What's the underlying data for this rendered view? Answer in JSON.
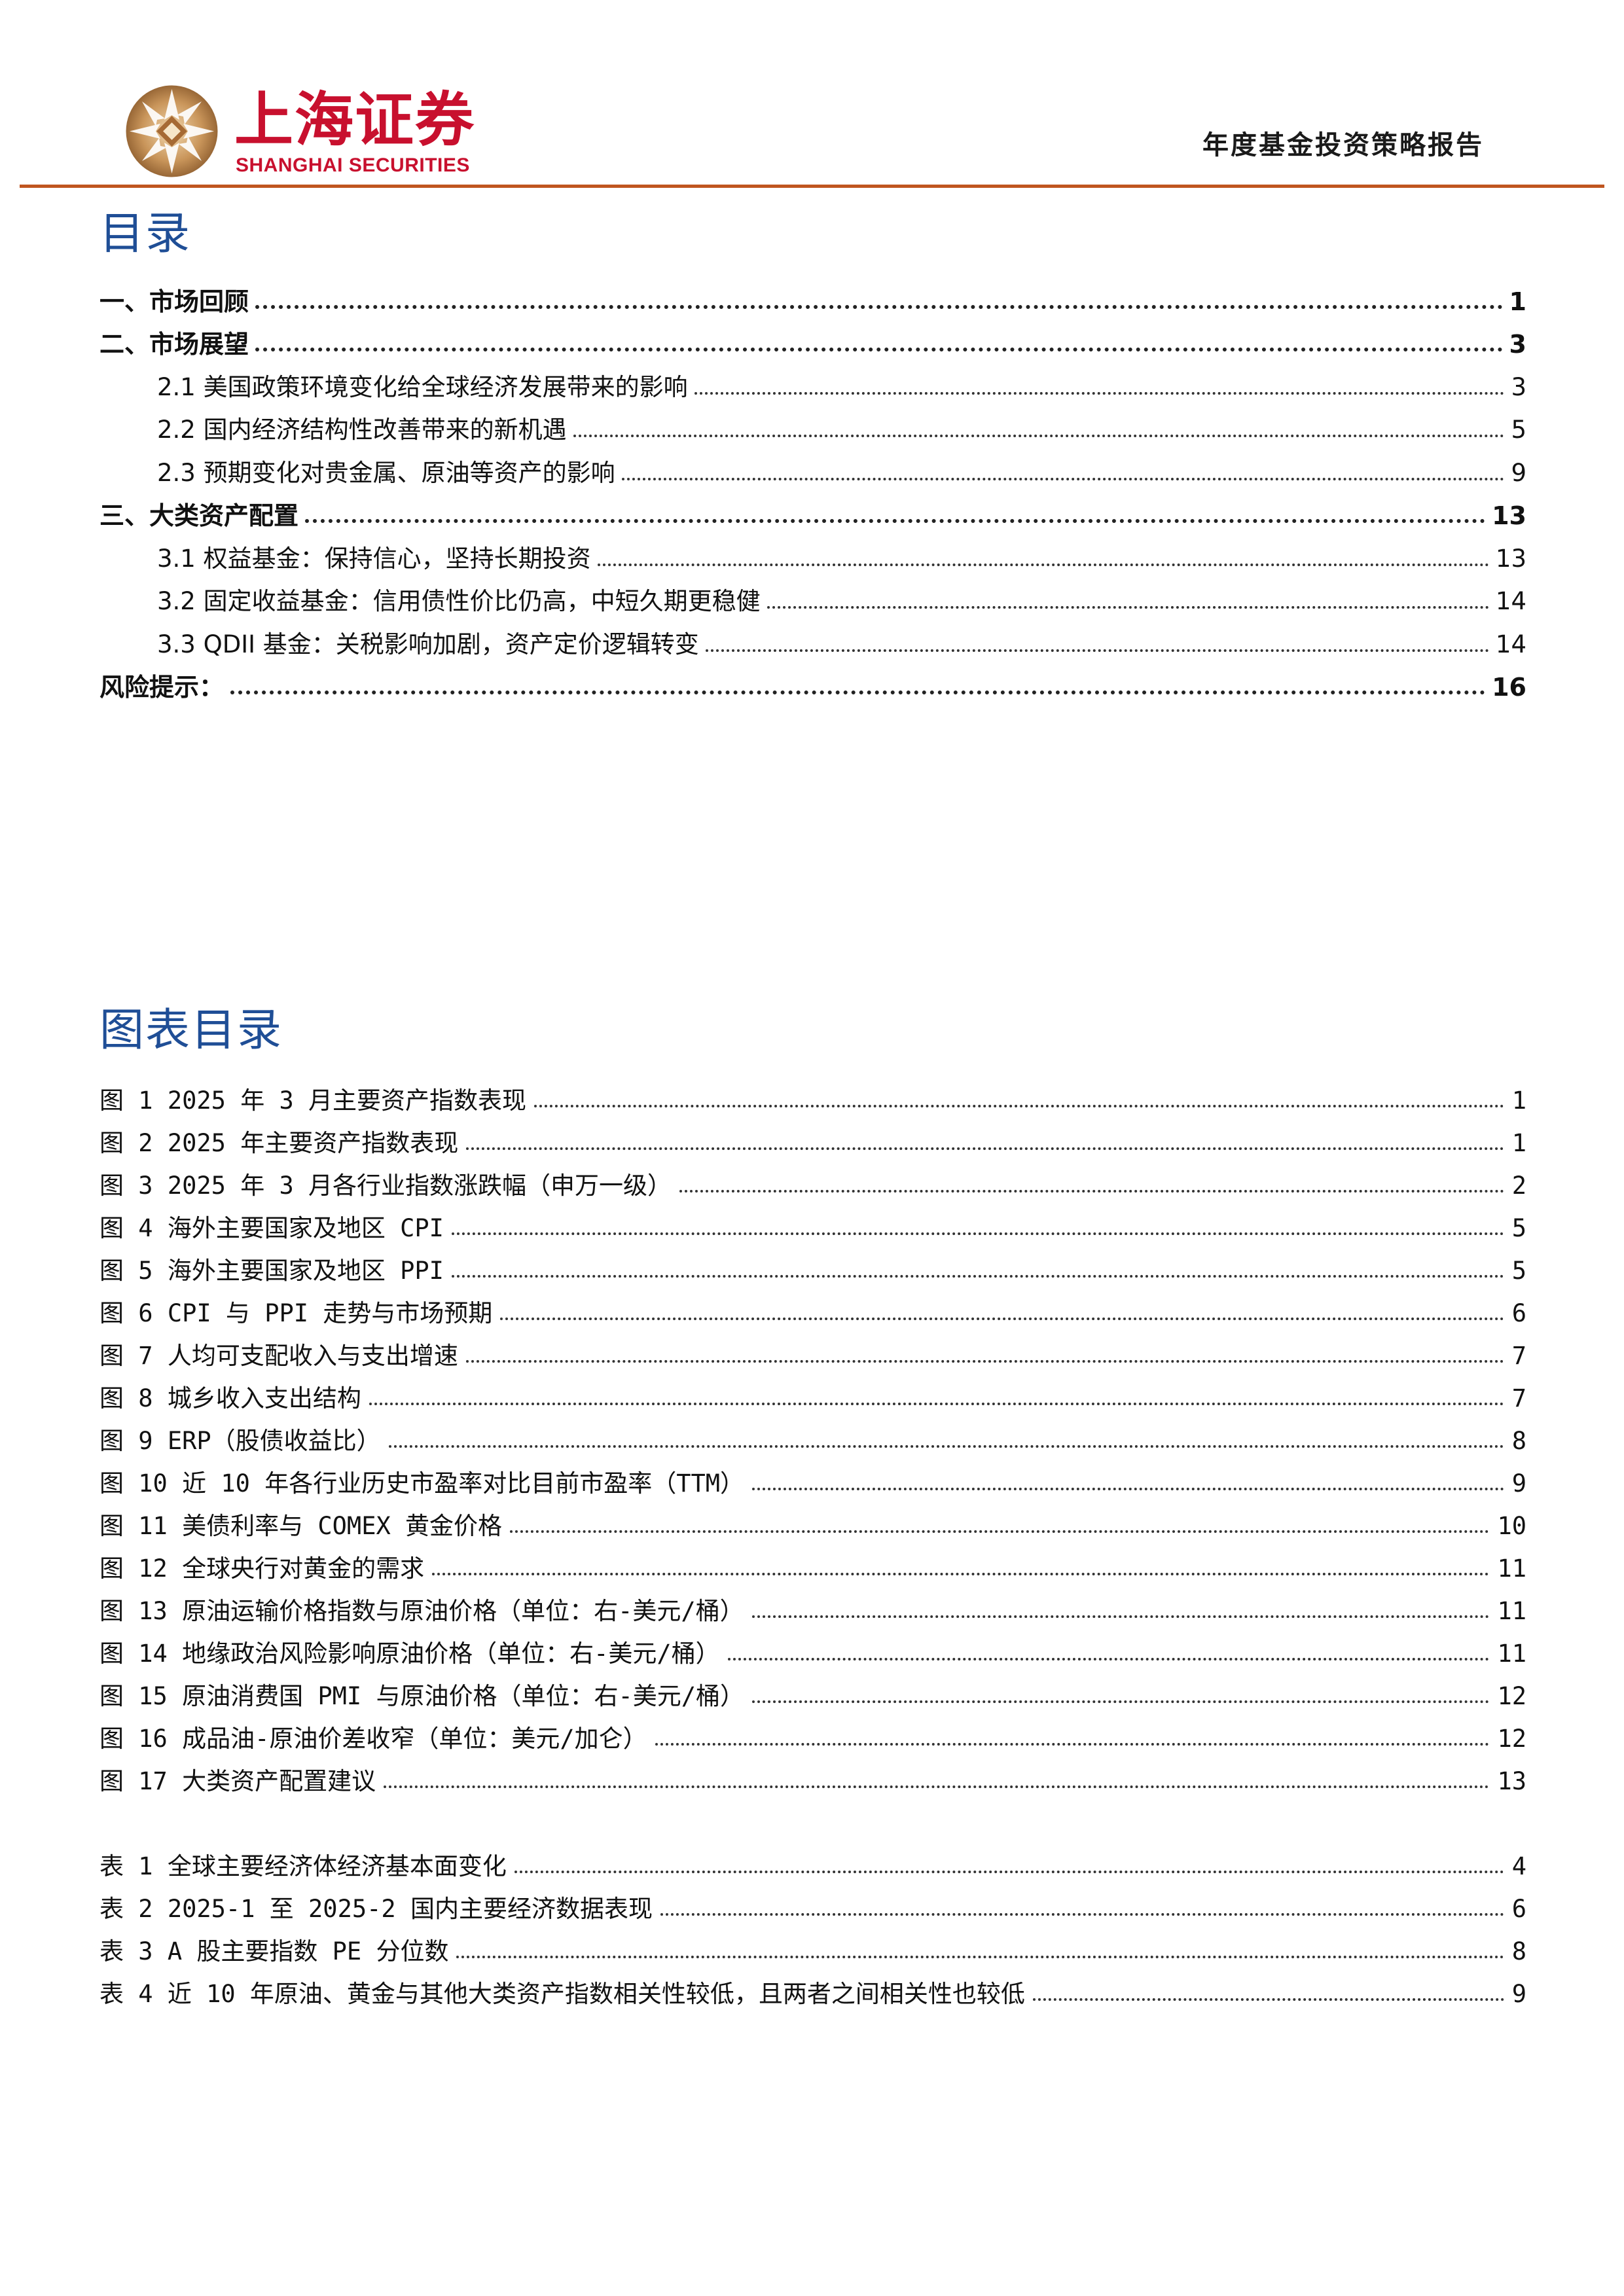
{
  "header": {
    "logo_cn": "上海证券",
    "logo_en": "SHANGHAI SECURITIES",
    "report_type": "年度基金投资策略报告",
    "brand_color": "#c8102e",
    "rule_color": "#c0551f"
  },
  "toc": {
    "title": "目录",
    "title_color": "#1f4e96",
    "items": [
      {
        "label": "一、市场回顾",
        "page": "1",
        "level": 1
      },
      {
        "label": "二、市场展望",
        "page": "3",
        "level": 1
      },
      {
        "label": "2.1 美国政策环境变化给全球经济发展带来的影响",
        "page": "3",
        "level": 2
      },
      {
        "label": "2.2 国内经济结构性改善带来的新机遇",
        "page": "5",
        "level": 2
      },
      {
        "label": "2.3 预期变化对贵金属、原油等资产的影响",
        "page": "9",
        "level": 2
      },
      {
        "label": "三、大类资产配置",
        "page": "13",
        "level": 1
      },
      {
        "label": "3.1 权益基金：保持信心，坚持长期投资",
        "page": "13",
        "level": 2
      },
      {
        "label": "3.2 固定收益基金：信用债性价比仍高，中短久期更稳健",
        "page": "14",
        "level": 2
      },
      {
        "label": "3.3 QDII 基金：关税影响加剧，资产定价逻辑转变",
        "page": "14",
        "level": 2
      },
      {
        "label": "风险提示：",
        "page": "16",
        "level": 1
      }
    ]
  },
  "figures": {
    "title": "图表目录",
    "items": [
      {
        "label": "图 1 2025 年 3 月主要资产指数表现",
        "page": "1"
      },
      {
        "label": "图 2 2025 年主要资产指数表现",
        "page": "1"
      },
      {
        "label": "图 3 2025 年 3 月各行业指数涨跌幅（申万一级）",
        "page": "2"
      },
      {
        "label": "图 4 海外主要国家及地区 CPI",
        "page": "5"
      },
      {
        "label": "图 5 海外主要国家及地区 PPI",
        "page": "5"
      },
      {
        "label": "图 6 CPI 与 PPI 走势与市场预期",
        "page": "6"
      },
      {
        "label": "图 7 人均可支配收入与支出增速",
        "page": "7"
      },
      {
        "label": "图 8 城乡收入支出结构",
        "page": "7"
      },
      {
        "label": "图 9 ERP（股债收益比）",
        "page": "8"
      },
      {
        "label": "图 10 近 10 年各行业历史市盈率对比目前市盈率（TTM）",
        "page": "9"
      },
      {
        "label": "图 11 美债利率与 COMEX 黄金价格",
        "page": "10"
      },
      {
        "label": "图 12 全球央行对黄金的需求",
        "page": "11"
      },
      {
        "label": "图 13 原油运输价格指数与原油价格（单位：右-美元/桶）",
        "page": "11"
      },
      {
        "label": "图 14 地缘政治风险影响原油价格（单位：右-美元/桶）",
        "page": "11"
      },
      {
        "label": "图 15 原油消费国 PMI 与原油价格（单位：右-美元/桶）",
        "page": "12"
      },
      {
        "label": "图 16 成品油-原油价差收窄（单位：美元/加仑）",
        "page": "12"
      },
      {
        "label": "图 17 大类资产配置建议",
        "page": "13"
      }
    ]
  },
  "tables": {
    "items": [
      {
        "label": "表 1 全球主要经济体经济基本面变化",
        "page": "4"
      },
      {
        "label": "表 2 2025-1 至 2025-2 国内主要经济数据表现",
        "page": "6"
      },
      {
        "label": "表 3 A 股主要指数 PE 分位数",
        "page": "8"
      },
      {
        "label": "表 4 近 10 年原油、黄金与其他大类资产指数相关性较低，且两者之间相关性也较低",
        "page": "9"
      }
    ]
  }
}
